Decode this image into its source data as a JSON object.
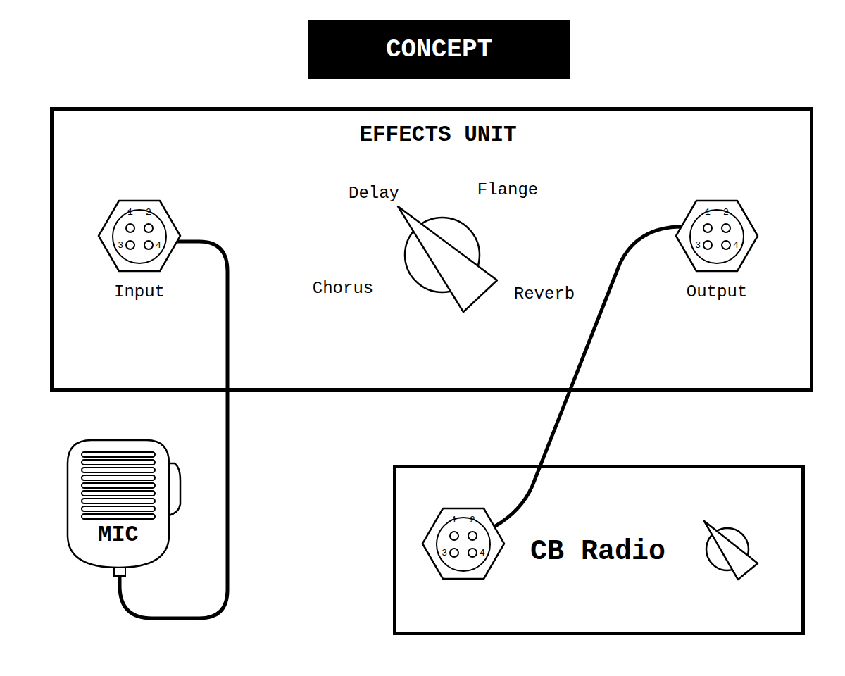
{
  "diagram": {
    "title": "CONCEPT",
    "nodes": [
      {
        "text": [
          "EFFECTS UNIT"
        ]
      },
      {
        "text": [
          "1",
          "2",
          "3",
          "4",
          "Input"
        ],
        "in": 0
      },
      {
        "text": [
          "1",
          "2",
          "3",
          "4",
          "Output"
        ],
        "in": 0
      },
      {
        "text": [
          "MIC"
        ]
      },
      {
        "text": [
          "CB Radio"
        ]
      },
      {
        "text": [
          "1",
          "2",
          "3",
          "4"
        ],
        "in": 4
      }
    ],
    "edges": [
      {
        "from": 3,
        "to": 1,
        "arrow": "none"
      },
      {
        "from": 2,
        "to": 5,
        "arrow": "none"
      }
    ],
    "labels": [
      "Delay",
      "Flange",
      "Chorus",
      "Reverb"
    ]
  }
}
